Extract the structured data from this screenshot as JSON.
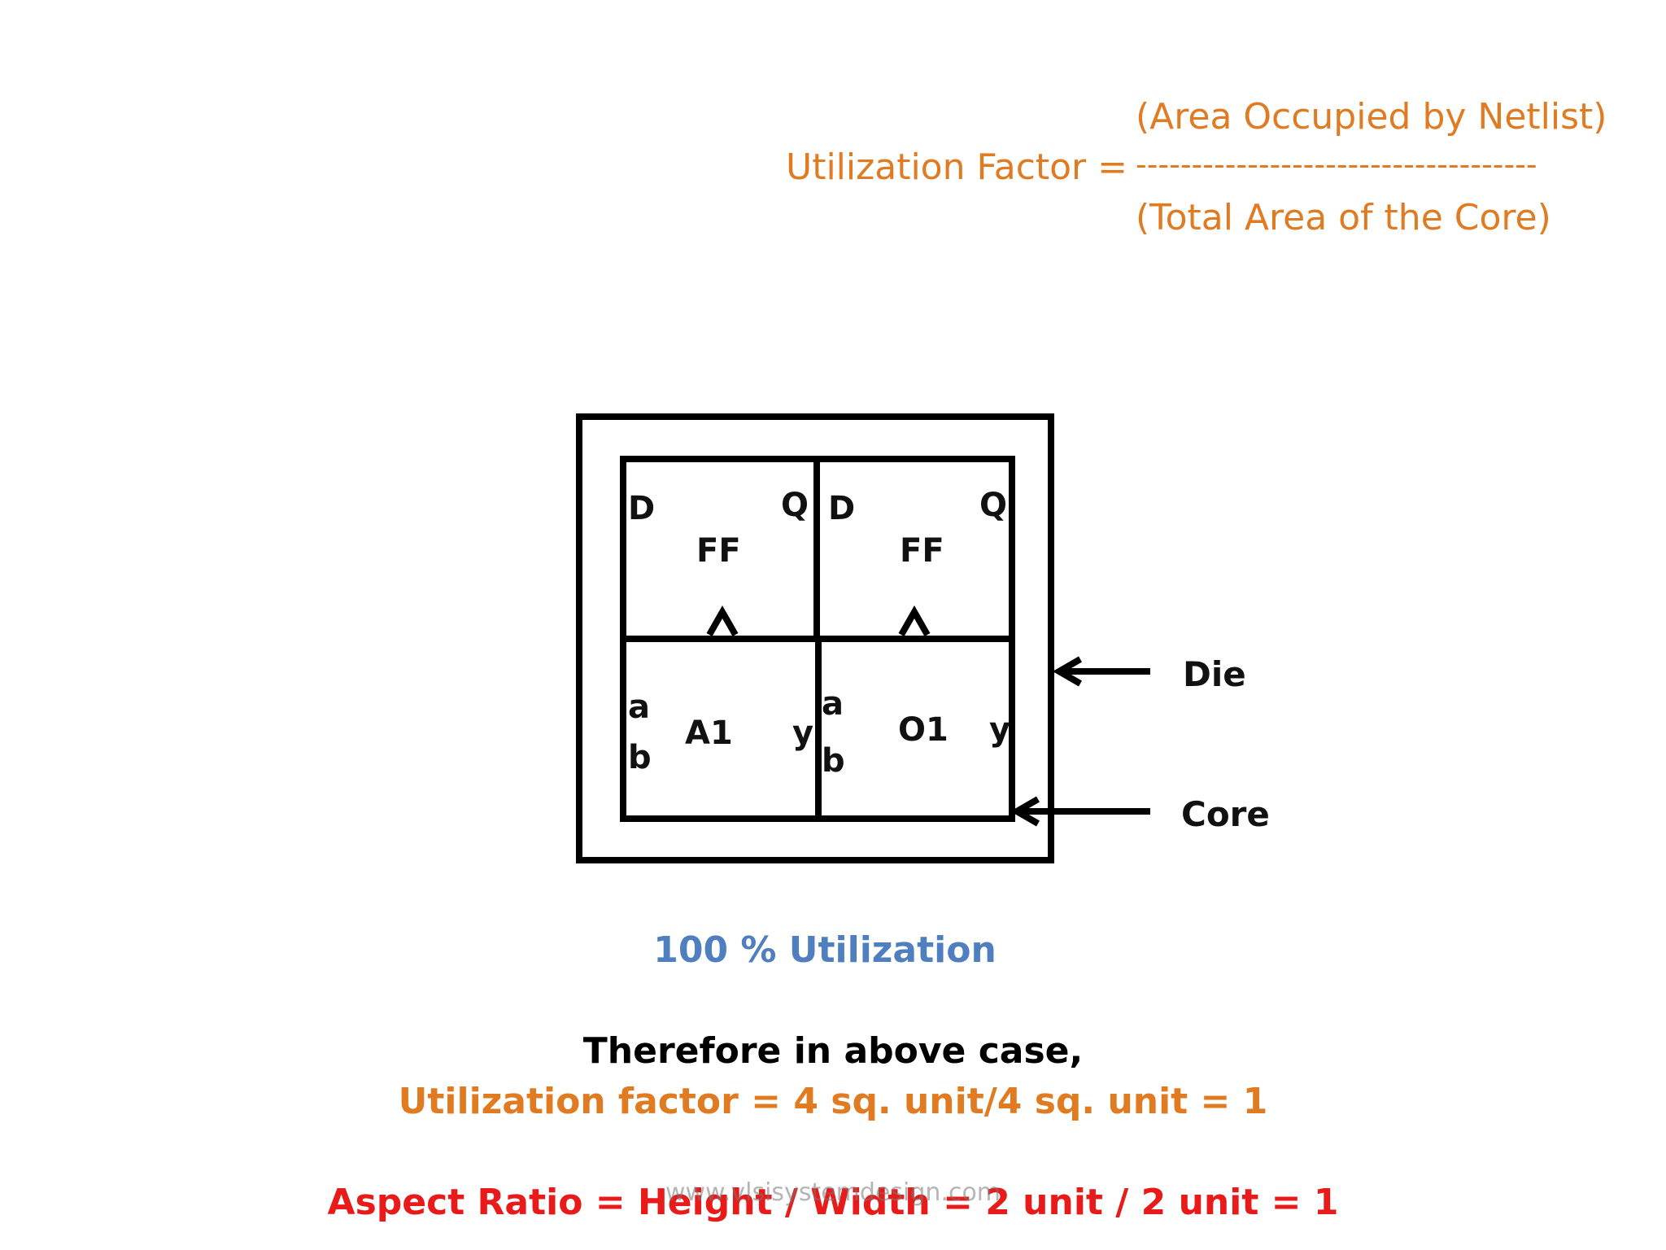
{
  "formula": {
    "lhs": "Utilization Factor =",
    "numerator": "(Area Occupied by Netlist)",
    "divider": "------------------------------------",
    "denominator": "(Total Area of the Core)"
  },
  "diagram": {
    "cells": [
      {
        "name": "FF",
        "pin_left": "D",
        "pin_right": "Q"
      },
      {
        "name": "FF",
        "pin_left": "D",
        "pin_right": "Q"
      },
      {
        "name": "A1",
        "pin_a": "a",
        "pin_b": "b",
        "pin_out": "y"
      },
      {
        "name": "O1",
        "pin_a": "a",
        "pin_b": "b",
        "pin_out": "y"
      }
    ],
    "die_label": "Die",
    "core_label": "Core"
  },
  "caption": "100 % Utilization",
  "caption_color": "#4f7fbf",
  "conclusion": {
    "intro": "Therefore in above case,",
    "utilization": "Utilization factor = 4 sq. unit/4 sq. unit = 1",
    "aspect_ratio": "Aspect Ratio = Height / Width = 2 unit / 2 unit = 1"
  },
  "watermark": "www.vlsisystemdesign.com",
  "colors": {
    "orange": "#e07b22",
    "red": "#e81a1a",
    "blue": "#4f7fbf"
  }
}
